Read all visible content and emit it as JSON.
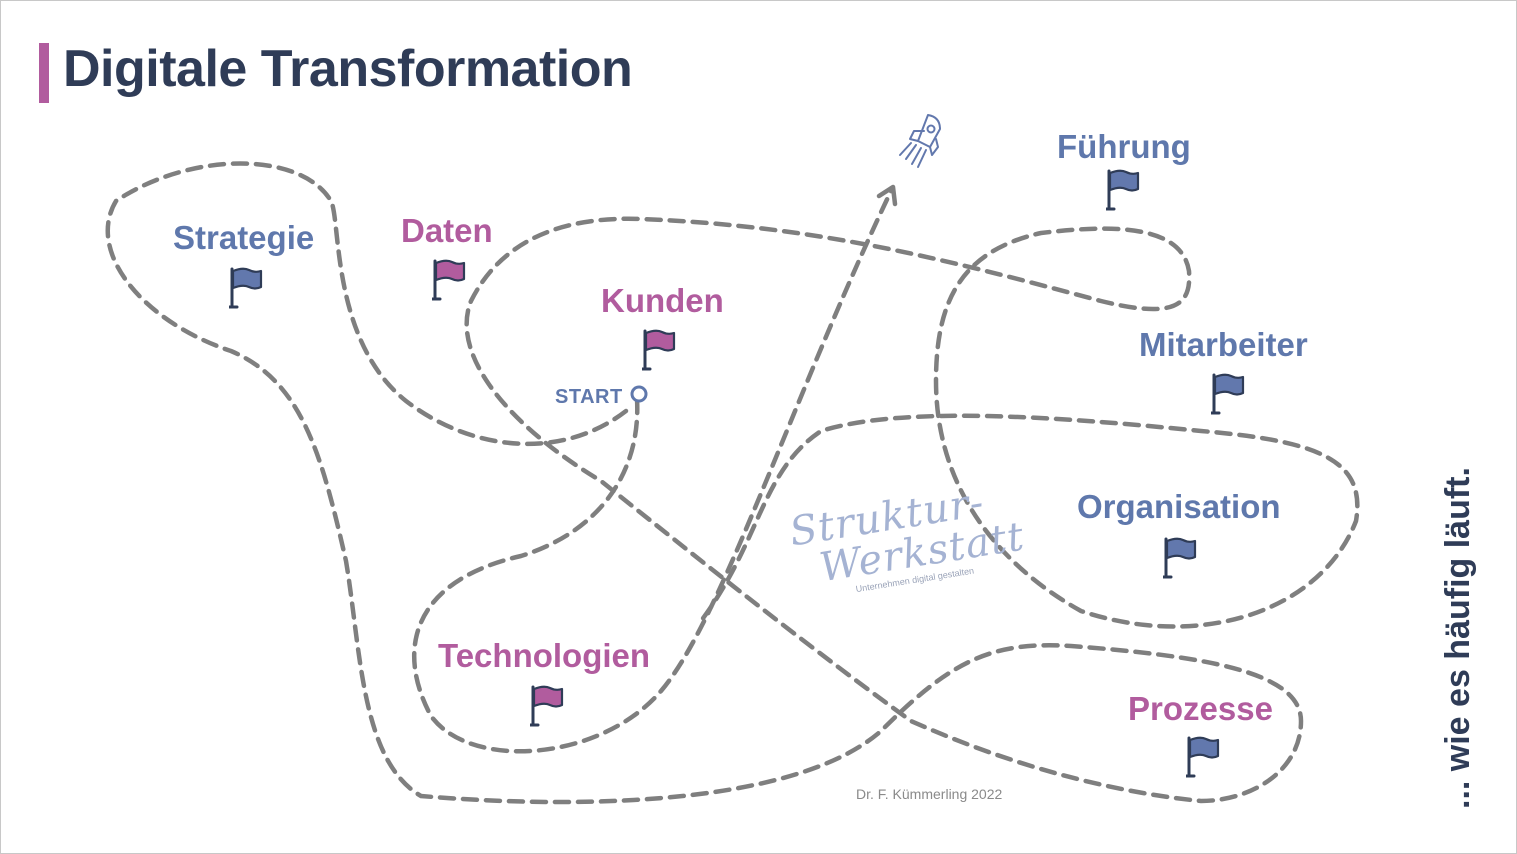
{
  "title": "Digitale Transformation",
  "start_label": "START",
  "side_caption": "... wie es häufig läuft.",
  "footer": "Dr. F. Kümmerling 2022",
  "logo": {
    "line1": "Struktur-",
    "line2": "Werkstatt",
    "tagline": "Unternehmen digital gestalten"
  },
  "topics": [
    {
      "label": "Strategie",
      "color": "blue"
    },
    {
      "label": "Daten",
      "color": "pink"
    },
    {
      "label": "Kunden",
      "color": "pink"
    },
    {
      "label": "Führung",
      "color": "blue"
    },
    {
      "label": "Mitarbeiter",
      "color": "blue"
    },
    {
      "label": "Organisation",
      "color": "blue"
    },
    {
      "label": "Technologien",
      "color": "pink"
    },
    {
      "label": "Prozesse",
      "color": "pink"
    }
  ],
  "colors": {
    "title": "#2f3c57",
    "accent_pink": "#b15c9e",
    "flag_blue": "#6278ad",
    "flag_pink": "#b15c9e",
    "path": "#7f7f7f"
  },
  "icons": [
    "rocket-icon",
    "flag-icon",
    "start-circle-icon"
  ]
}
